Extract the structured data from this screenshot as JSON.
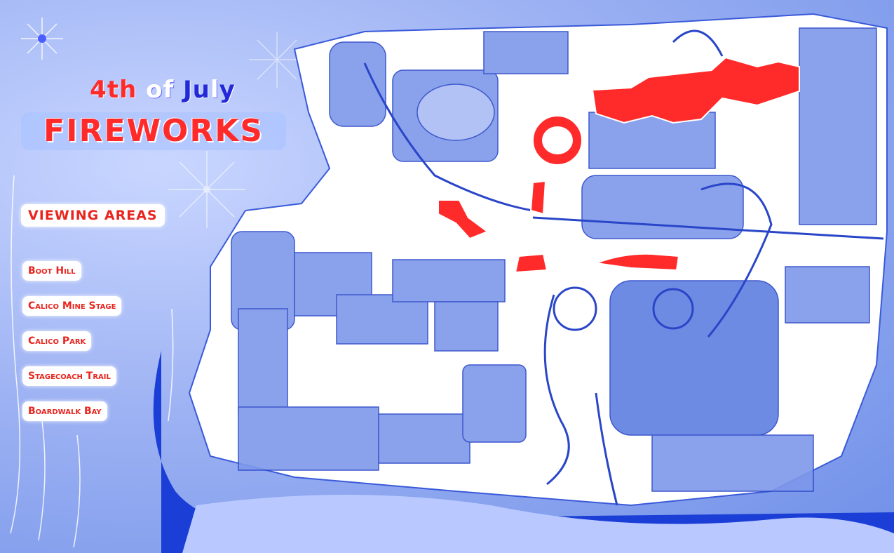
{
  "title": {
    "line1_parts": [
      {
        "text": "4th",
        "color": "#ff2b2b"
      },
      {
        "text": " of ",
        "color": "#ffffff"
      },
      {
        "text": "Ju",
        "color": "#2329d8"
      },
      {
        "text": "l",
        "color": "#ffffff"
      },
      {
        "text": "y",
        "color": "#2329d8"
      }
    ],
    "line2": "FIREWORKS"
  },
  "viewing_areas": {
    "heading": "VIEWING AREAS",
    "items": [
      "Boot Hill",
      "Calico Mine Stage",
      "Calico Park",
      "Stagecoach Trail",
      "Boardwalk Bay"
    ]
  },
  "colors": {
    "viewing_area_highlight": "#ff2b2b",
    "map_blue": "#3a5ad9",
    "water": "#1b3fd6"
  }
}
